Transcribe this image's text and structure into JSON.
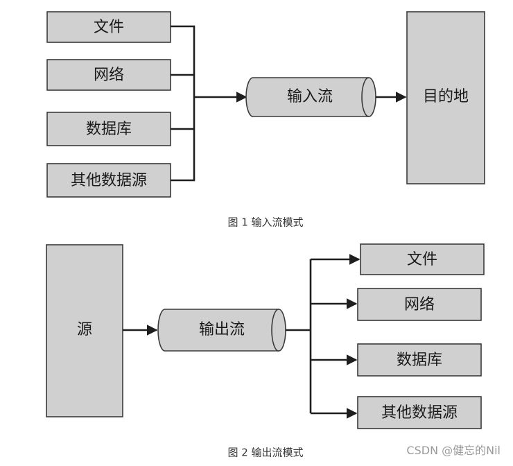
{
  "figure1": {
    "sources": [
      "文件",
      "网络",
      "数据库",
      "其他数据源"
    ],
    "stream": "输入流",
    "destination": "目的地",
    "caption": "图 1  输入流模式"
  },
  "figure2": {
    "source": "源",
    "stream": "输出流",
    "targets": [
      "文件",
      "网络",
      "数据库",
      "其他数据源"
    ],
    "caption": "图 2  输出流模式"
  },
  "watermark": "CSDN @健忘的Nil",
  "colors": {
    "box_fill": "#d0d0d0",
    "stroke": "#1e1e1e"
  }
}
